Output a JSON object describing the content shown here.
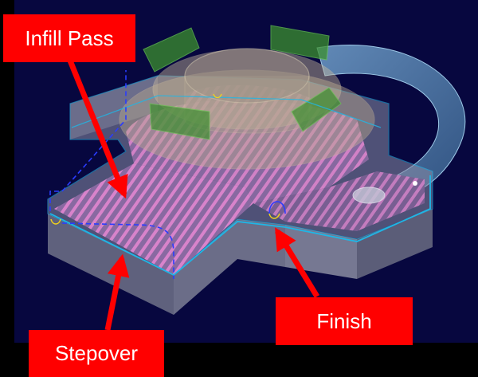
{
  "callouts": {
    "infill": "Infill Pass",
    "finish": "Finish",
    "stepover": "Stepover"
  },
  "colors": {
    "viewport_bg": "#07073f",
    "callout_bg": "#ff0000",
    "callout_text": "#ffffff",
    "toolpath_hatch": "#d77fc4",
    "contour": "#1fb6e6",
    "link_move": "#2a3cff",
    "fixture_green": "#3c8f2e",
    "clamp_blue": "#5c93bf"
  }
}
